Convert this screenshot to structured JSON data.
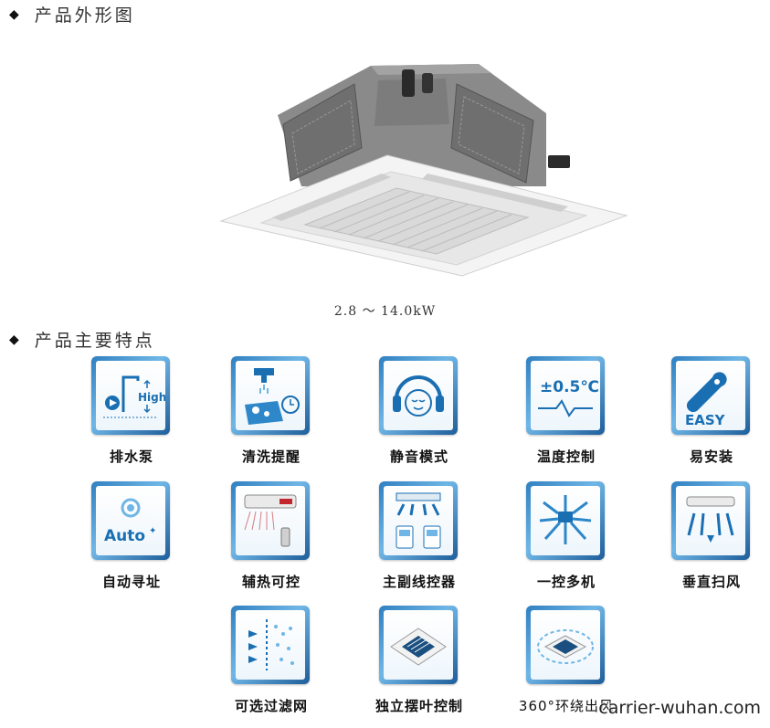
{
  "sections": [
    {
      "title": "产品外形图"
    },
    {
      "title": "产品主要特点"
    }
  ],
  "capacity": "2.8 ～ 14.0kW",
  "features": [
    {
      "label": "排水泵",
      "icon": "drain-pump-icon",
      "sub": "High"
    },
    {
      "label": "清洗提醒",
      "icon": "cleaning-reminder-icon"
    },
    {
      "label": "静音模式",
      "icon": "silent-mode-icon"
    },
    {
      "label": "温度控制",
      "icon": "temperature-control-icon",
      "sub": "±0.5℃"
    },
    {
      "label": "易安装",
      "icon": "easy-install-icon",
      "sub": "EASY"
    },
    {
      "label": "自动寻址",
      "icon": "auto-addressing-icon",
      "sub": "Auto"
    },
    {
      "label": "辅热可控",
      "icon": "auxiliary-heat-icon"
    },
    {
      "label": "主副线控器",
      "icon": "dual-wired-controller-icon"
    },
    {
      "label": "一控多机",
      "icon": "one-to-many-control-icon"
    },
    {
      "label": "垂直扫风",
      "icon": "vertical-swing-icon"
    },
    {
      "label": "可选过滤网",
      "icon": "optional-filter-icon"
    },
    {
      "label": "独立摆叶控制",
      "icon": "independent-louver-icon"
    },
    {
      "label": "360°环绕出风",
      "icon": "surround-airflow-icon"
    }
  ],
  "watermark": "carrier-wuhan.com",
  "colors": {
    "tile_dark": "#1e5d9a",
    "tile_light": "#6fb6e6",
    "icon_blue": "#1a6fb3"
  }
}
